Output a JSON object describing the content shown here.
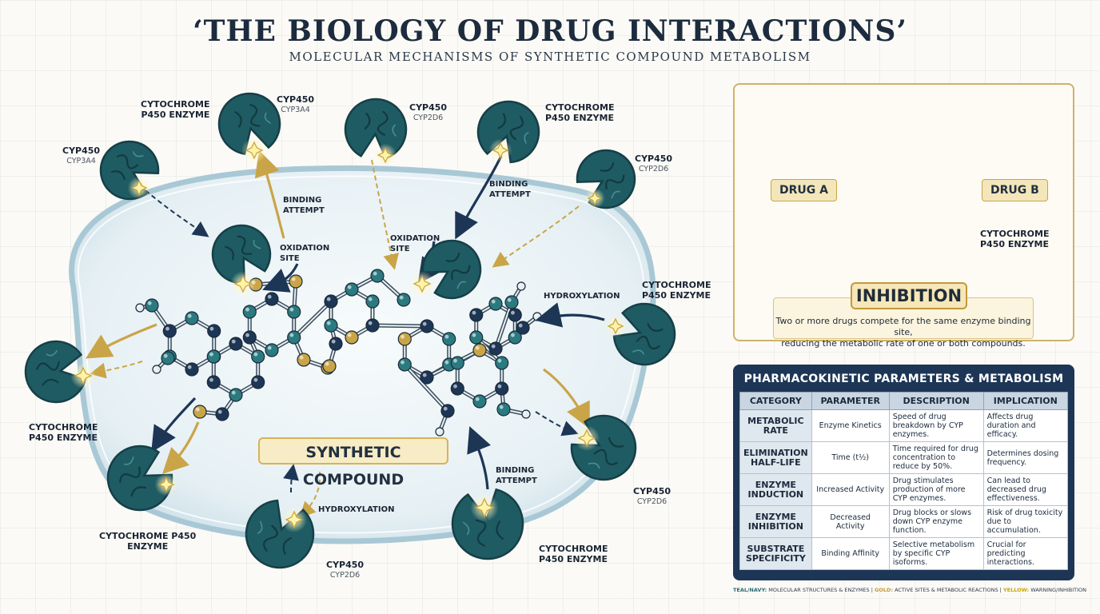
{
  "header": {
    "title": "‘THE BIOLOGY OF DRUG INTERACTIONS’",
    "subtitle": "MOLECULAR MECHANISMS OF SYNTHETIC COMPOUND METABOLISM"
  },
  "diagram": {
    "compound_label": "SYNTHETIC COMPOUND",
    "enzymes": [
      {
        "name": "CYP450",
        "sub": "CYP3A4"
      },
      {
        "name": "CYTOCHROME\nP450 ENZYME",
        "sub": ""
      },
      {
        "name": "CYP450",
        "sub": "CYP3A4"
      },
      {
        "name": "CYP450",
        "sub": "CYP2D6"
      },
      {
        "name": "CYTOCHROME\nP450 ENZYME",
        "sub": ""
      },
      {
        "name": "CYP450",
        "sub": "CYP2D6"
      },
      {
        "name": "CYTOCHROME\nP450 ENZYME",
        "sub": ""
      },
      {
        "name": "CYTOCHROME\nP450 ENZYME",
        "sub": ""
      },
      {
        "name": "CYTOCHROME P450\nENZYME",
        "sub": ""
      },
      {
        "name": "CYP450",
        "sub": "CYP2D6"
      },
      {
        "name": "CYTOCHROME\nP450 ENZYME",
        "sub": ""
      },
      {
        "name": "CYP450",
        "sub": "CYP2D6"
      }
    ],
    "annotations": {
      "binding_1": "BINDING\nATTEMPT",
      "oxidation_1": "OXIDATION\nSITE",
      "oxidation_2": "OXIDATION\nSITE",
      "binding_2": "BINDING\nATTEMPT",
      "hydroxylation_1": "HYDROXYLATION",
      "hydroxylation_2": "HYDROXYLATION",
      "binding_3": "BINDING\nATTEMPT"
    }
  },
  "inhibition": {
    "drug_a": "DRUG A",
    "drug_b": "DRUG B",
    "enzyme": "CYTOCHROME\nP450 ENZYME",
    "word": "INHIBITION",
    "desc_1": "Two or more drugs compete for the same enzyme binding site,",
    "desc_2": "reducing the metabolic rate of one or both compounds."
  },
  "pk_table": {
    "title": "PHARMACOKINETIC PARAMETERS & METABOLISM",
    "columns": [
      "CATEGORY",
      "PARAMETER",
      "DESCRIPTION",
      "IMPLICATION"
    ],
    "rows": [
      {
        "category": "METABOLIC\nRATE",
        "parameter": "Enzyme Kinetics",
        "description": "Speed of drug breakdown by CYP enzymes.",
        "implication": "Affects drug duration and efficacy."
      },
      {
        "category": "ELIMINATION\nHALF-LIFE",
        "parameter": "Time (t½)",
        "description": "Time required for drug concentration to reduce by 50%.",
        "implication": "Determines dosing frequency."
      },
      {
        "category": "ENZYME\nINDUCTION",
        "parameter": "Increased Activity",
        "description": "Drug stimulates production of more CYP enzymes.",
        "implication": "Can lead to decreased drug effectiveness."
      },
      {
        "category": "ENZYME\nINHIBITION",
        "parameter": "Decreased Activity",
        "description": "Drug blocks or slows down CYP enzyme function.",
        "implication": "Risk of drug toxicity due to accumulation."
      },
      {
        "category": "SUBSTRATE\nSPECIFICITY",
        "parameter": "Binding Affinity",
        "description": "Selective metabolism by specific CYP isoforms.",
        "implication": "Crucial for predicting interactions."
      }
    ]
  },
  "legend": {
    "k1": "TEAL/NAVY:",
    "v1": " MOLECULAR STRUCTURES & ENZYMES | ",
    "k2": "GOLD:",
    "v2": " ACTIVE SITES & METABOLIC REACTIONS | ",
    "k3": "YELLOW:",
    "v3": " WARNING/INHIBITION"
  },
  "colors": {
    "enzyme_teal": "#1f5b63",
    "enzyme_dark": "#163f47",
    "navy_atom": "#1d3656",
    "gold": "#c9a548",
    "warning_yellow": "#f4d23a",
    "table_navy": "#1d3656"
  }
}
